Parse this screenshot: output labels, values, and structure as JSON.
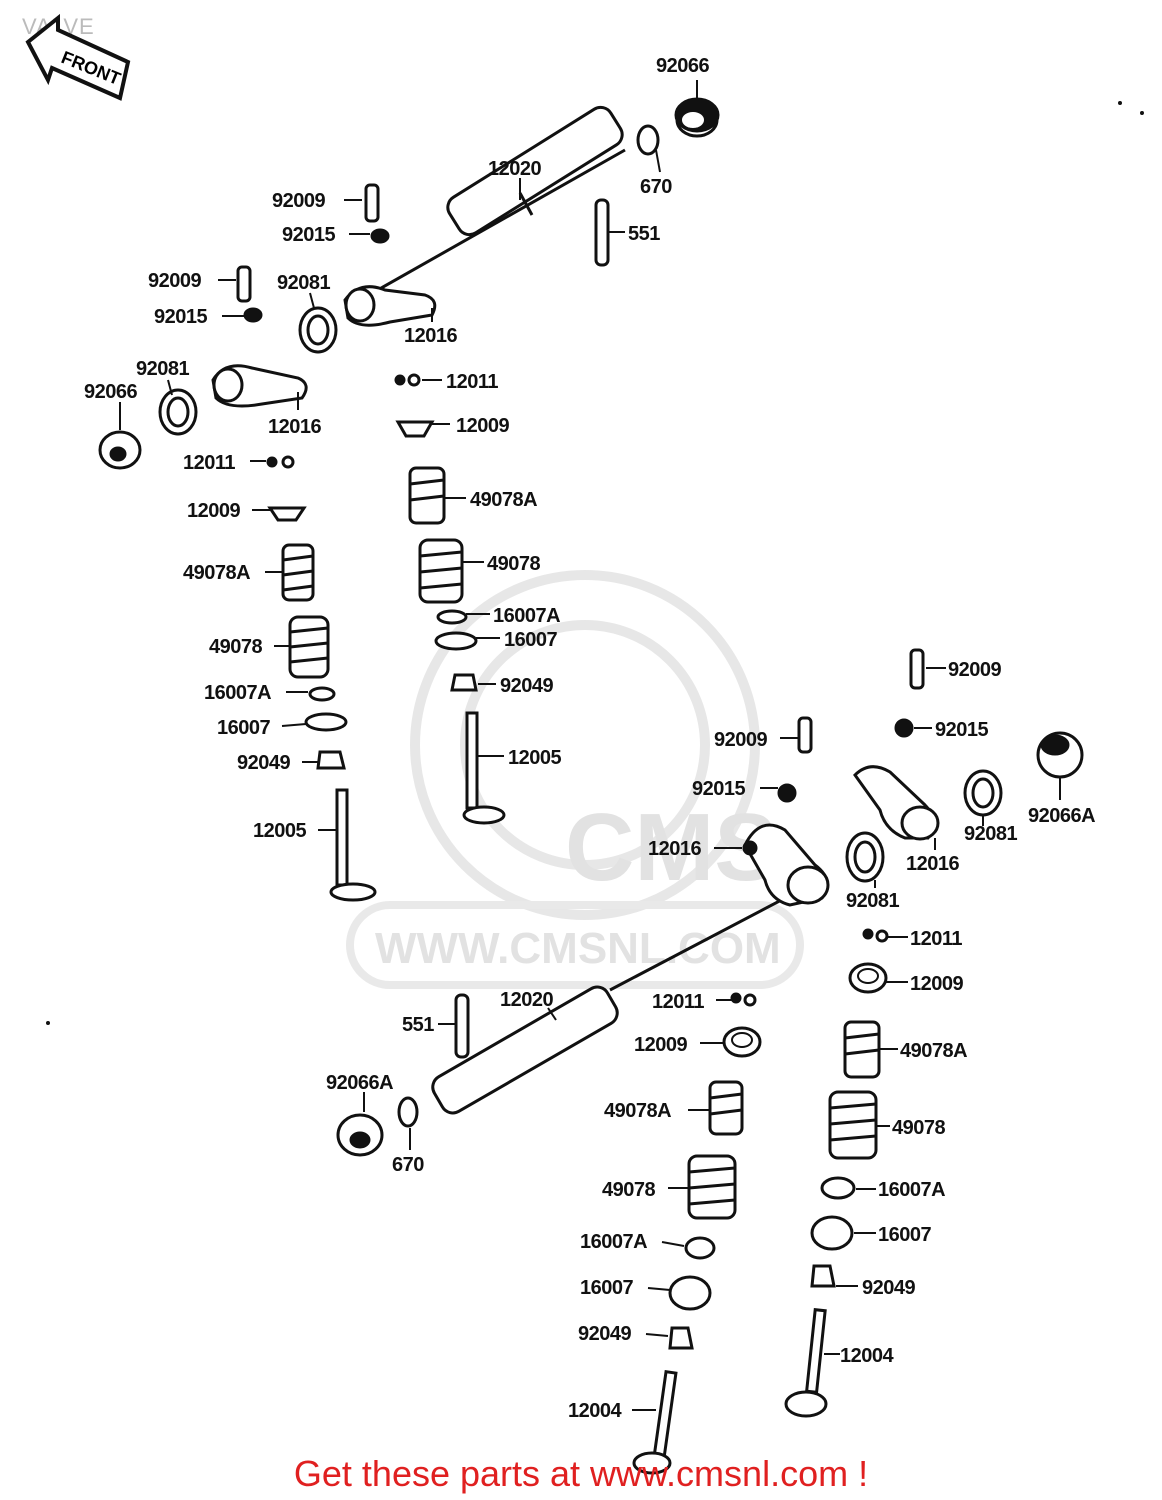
{
  "title": "VALVE",
  "front_marker": "FRONT",
  "watermark": {
    "brand": "CMS",
    "url": "WWW.CMSNL.COM"
  },
  "footer": "Get these parts at www.cmsnl.com !",
  "colors": {
    "footer": "#e02020",
    "lines": "#111111"
  },
  "parts": {
    "a": "92066",
    "b": "12020",
    "c": "670",
    "d": "551",
    "e": "92009",
    "f": "92015",
    "g": "92009",
    "h": "92081",
    "i": "92015",
    "j": "12016",
    "k": "92081",
    "l": "12011",
    "m": "92066",
    "n": "12016",
    "o": "12009",
    "p": "12011",
    "q": "49078A",
    "r": "12009",
    "s": "49078",
    "t": "49078A",
    "u": "16007A",
    "v": "16007",
    "w": "49078",
    "x": "92049",
    "y": "16007A",
    "z": "12005",
    "aa": "16007",
    "ab": "92049",
    "ac": "12005",
    "ad": "92009",
    "ae": "92015",
    "af": "92009",
    "ag": "92015",
    "ah": "92066A",
    "ai": "92081",
    "aj": "12016",
    "ak": "12016",
    "al": "92081",
    "am": "12011",
    "an": "12009",
    "ao": "12020",
    "ap": "12011",
    "aq": "551",
    "ar": "12009",
    "as": "49078A",
    "at": "92066A",
    "au": "49078A",
    "av": "670",
    "aw": "49078",
    "ax": "49078",
    "ay": "16007A",
    "az": "16007A",
    "ba": "16007",
    "bb": "16007",
    "bc": "92049",
    "bd": "92049",
    "be": "12004",
    "bf": "12004"
  }
}
